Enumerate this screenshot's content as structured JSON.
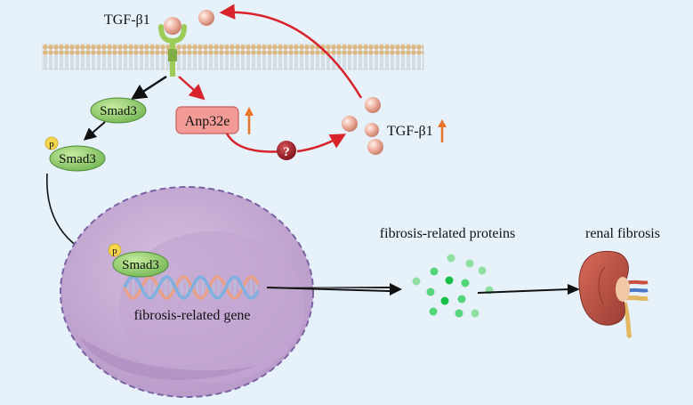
{
  "labels": {
    "ligand_top": "TGF-β1",
    "ligand_right": "TGF-β1",
    "smad3_a": "Smad3",
    "smad3_b": "Smad3",
    "smad3_c": "Smad3",
    "phospho_b": "p",
    "phospho_c": "p",
    "anp32e": "Anp32e",
    "unknown": "?",
    "gene": "fibrosis-related gene",
    "proteins": "fibrosis-related proteins",
    "outcome": "renal fibrosis"
  },
  "colors": {
    "background": "#e6f1fa",
    "membrane_head": "#d9b27c",
    "smad_fill": "#8ac96a",
    "anp32e_fill": "#f29a96",
    "up_arrow": "#e8732a",
    "red_arrow": "#d8232a",
    "nucleus_fill": "#c9b0d6",
    "protein_green": "#3fcf6a"
  },
  "icons": {
    "receptor": "receptor-icon",
    "ligand": "ligand-sphere-icon",
    "dna": "dna-helix-icon",
    "kidney": "kidney-icon",
    "question": "question-mark-icon"
  }
}
